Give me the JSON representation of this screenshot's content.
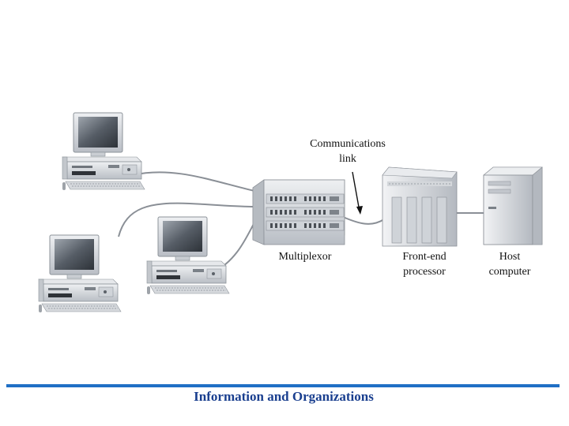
{
  "labels": {
    "communications_link": [
      "Communications",
      "link"
    ],
    "multiplexor": "Multiplexor",
    "front_end": [
      "Front-end",
      "processor"
    ],
    "host": [
      "Host",
      "computer"
    ]
  },
  "footer": {
    "title": "Information and Organizations"
  },
  "colors": {
    "rule": "#1f6fc5",
    "footer_text": "#1a3f8f",
    "cable": "#8a8f96",
    "device": "#d7dadf"
  },
  "icons": [
    "desktop-computer-icon",
    "multiplexor-unit-icon",
    "front-end-processor-icon",
    "host-tower-icon"
  ]
}
